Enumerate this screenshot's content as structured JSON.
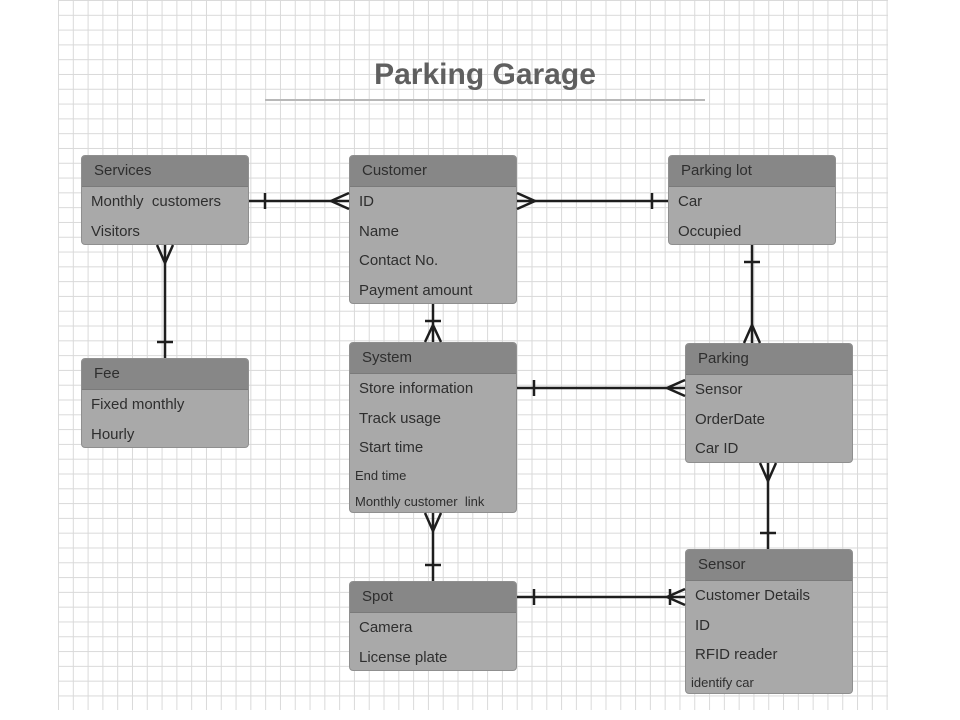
{
  "diagram": {
    "title": "Parking Garage",
    "entities": {
      "services": {
        "name": "Services",
        "attributes": [
          "Monthly  customers",
          "Visitors"
        ]
      },
      "customer": {
        "name": "Customer",
        "attributes": [
          "ID",
          "Name",
          "Contact No.",
          "Payment amount"
        ]
      },
      "parking_lot": {
        "name": "Parking lot",
        "attributes": [
          "Car",
          "Occupied"
        ]
      },
      "fee": {
        "name": "Fee",
        "attributes": [
          "Fixed monthly",
          "Hourly"
        ]
      },
      "system": {
        "name": "System",
        "attributes": [
          "Store information",
          "Track usage",
          "Start time",
          "End time",
          "Monthly customer  link"
        ]
      },
      "parking": {
        "name": "Parking",
        "attributes": [
          "Sensor",
          "OrderDate",
          "Car ID"
        ]
      },
      "spot": {
        "name": "Spot",
        "attributes": [
          "Camera",
          "License plate"
        ]
      },
      "sensor": {
        "name": "Sensor",
        "attributes": [
          "Customer Details",
          "ID",
          "RFID reader",
          "identify car"
        ]
      }
    },
    "relationships": [
      {
        "from": "Services",
        "to": "Customer",
        "from_end": "one",
        "to_end": "many"
      },
      {
        "from": "Customer",
        "to": "Parking lot",
        "from_end": "many",
        "to_end": "one"
      },
      {
        "from": "Services",
        "to": "Fee",
        "from_end": "many",
        "to_end": "one"
      },
      {
        "from": "Customer",
        "to": "System",
        "from_end": "one",
        "to_end": "many"
      },
      {
        "from": "Parking lot",
        "to": "Parking",
        "from_end": "one",
        "to_end": "many"
      },
      {
        "from": "System",
        "to": "Parking",
        "from_end": "one",
        "to_end": "many"
      },
      {
        "from": "System",
        "to": "Spot",
        "from_end": "many",
        "to_end": "one"
      },
      {
        "from": "Parking",
        "to": "Sensor",
        "from_end": "many",
        "to_end": "one"
      },
      {
        "from": "Spot",
        "to": "Sensor",
        "from_end": "one",
        "to_end": "one-or-many"
      }
    ]
  }
}
